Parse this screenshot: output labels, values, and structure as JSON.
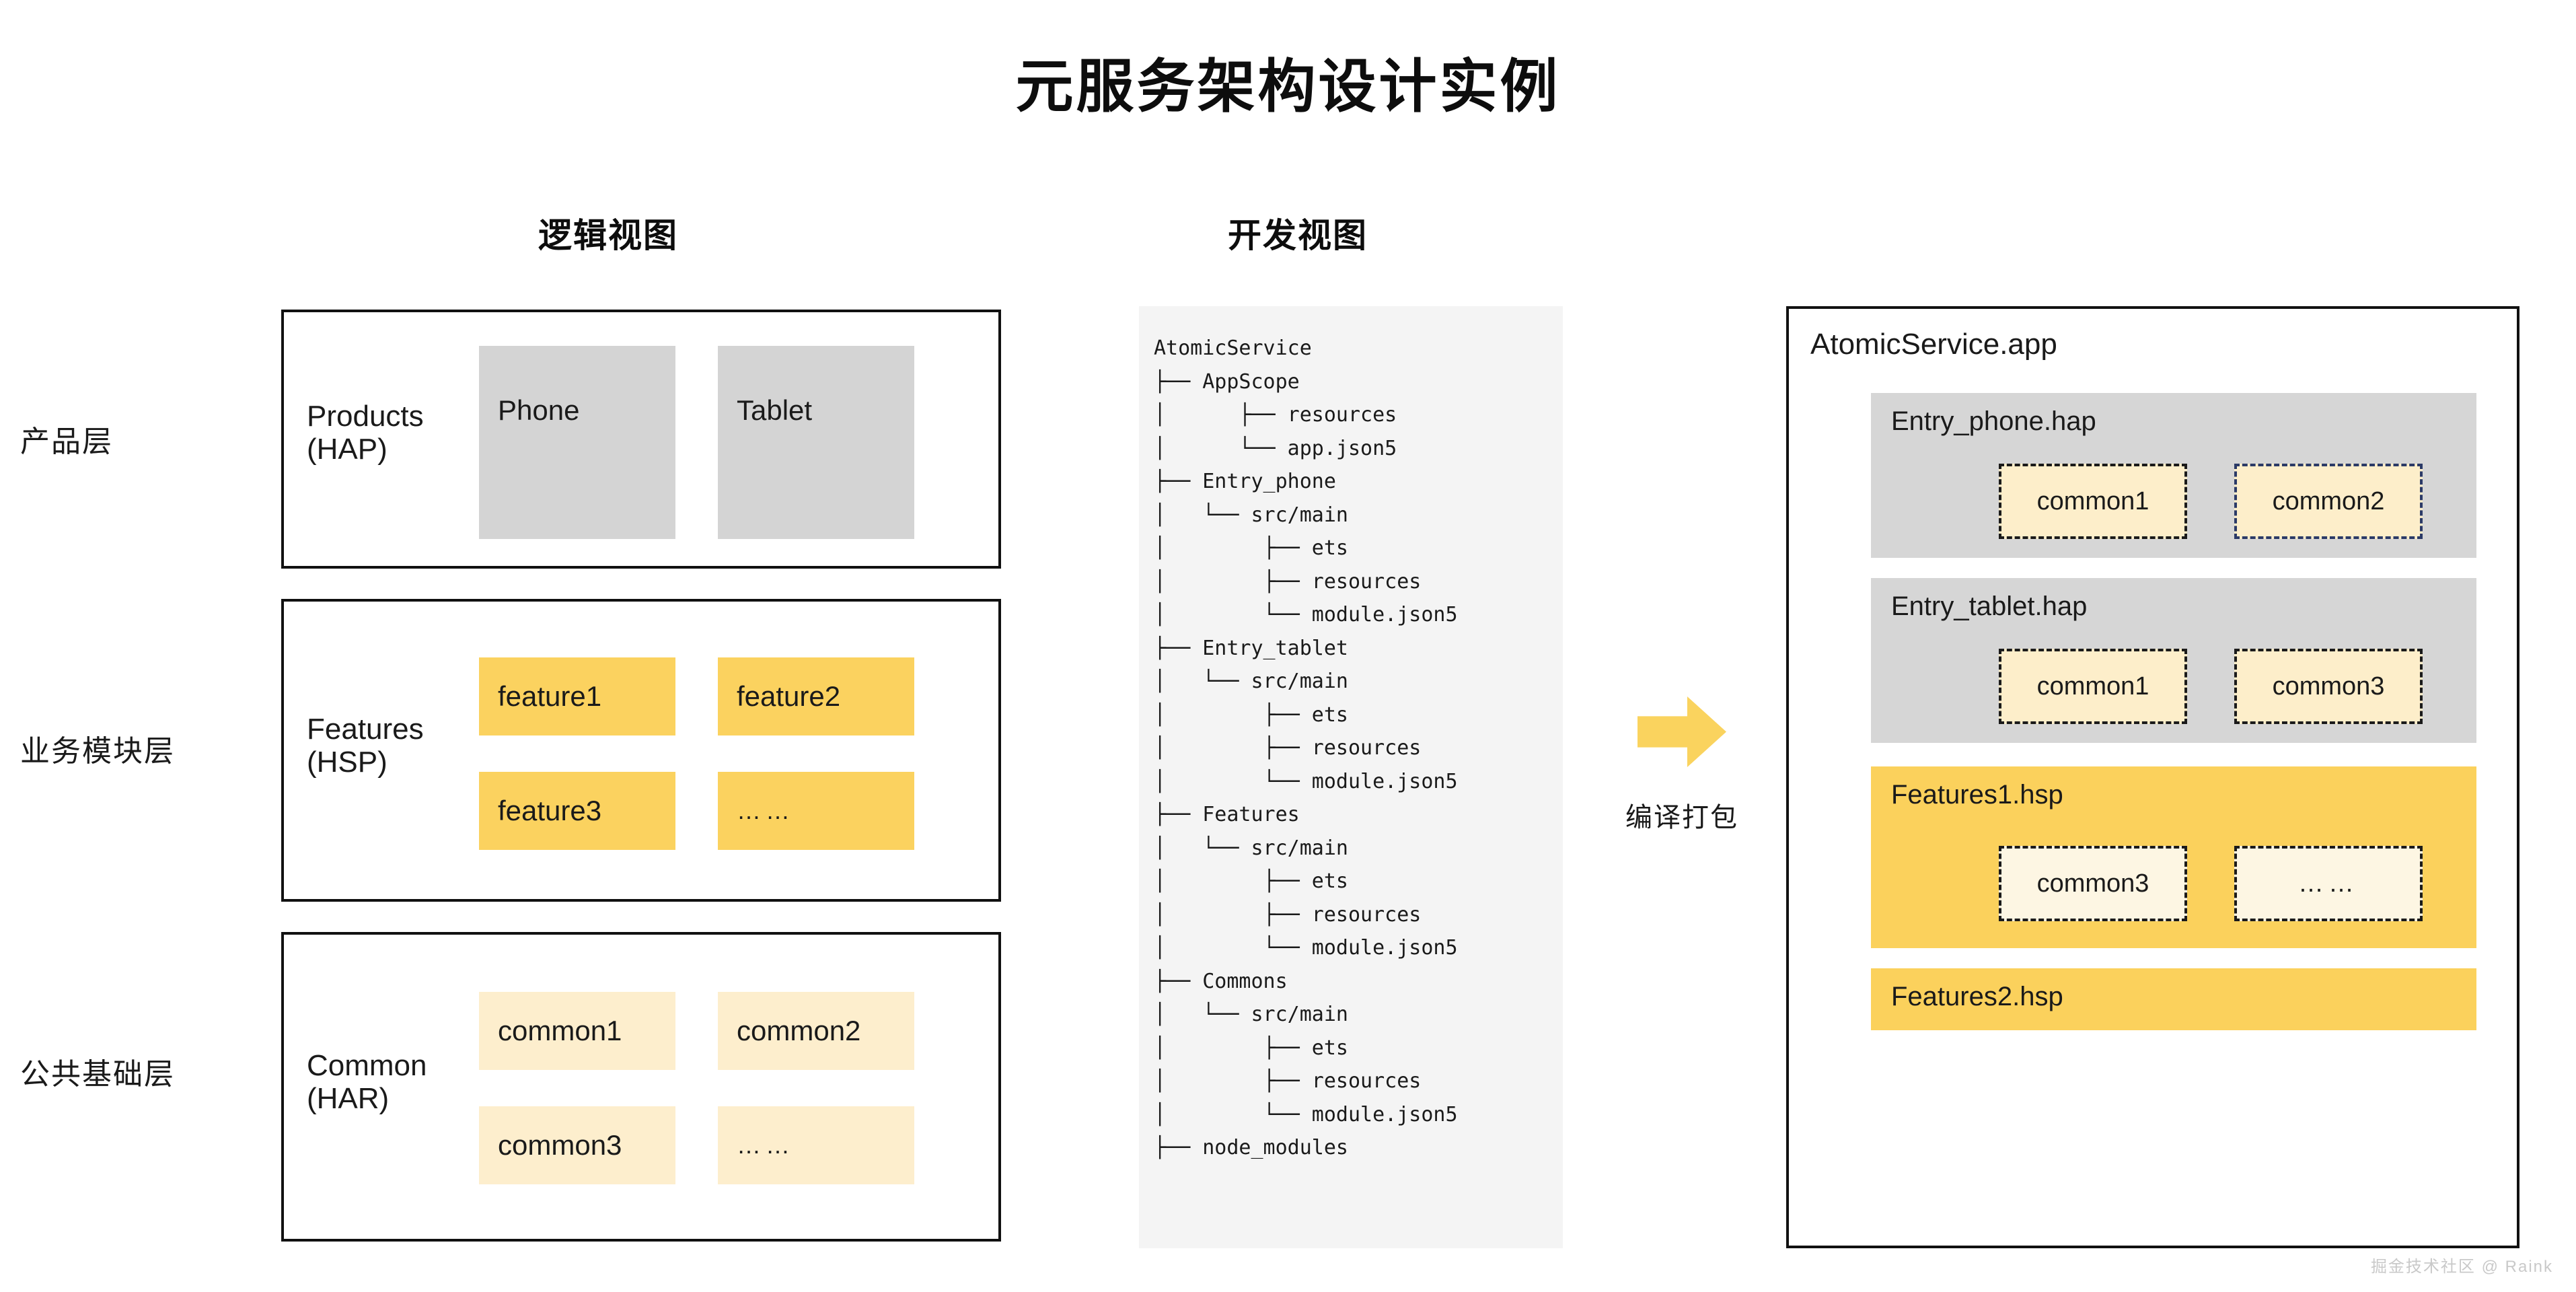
{
  "title": "元服务架构设计实例",
  "headings": {
    "logical": "逻辑视图",
    "development": "开发视图"
  },
  "layer_labels": [
    "产品层",
    "业务模块层",
    "公共基础层"
  ],
  "logical_view": {
    "boxes": [
      {
        "title": "Products\n(HAP)",
        "kind": "product",
        "tiles": [
          "Phone",
          "Tablet"
        ]
      },
      {
        "title": "Features\n(HSP)",
        "kind": "feature",
        "tiles": [
          "feature1",
          "feature2",
          "feature3",
          "……"
        ]
      },
      {
        "title": "Common\n(HAR)",
        "kind": "common",
        "tiles": [
          "common1",
          "common2",
          "common3",
          "……"
        ]
      }
    ]
  },
  "development_view": {
    "tree": "AtomicService\n├── AppScope\n│      ├── resources\n│      └── app.json5\n├── Entry_phone\n│   └── src/main\n│        ├── ets\n│        ├── resources\n│        └── module.json5\n├── Entry_tablet\n│   └── src/main\n│        ├── ets\n│        ├── resources\n│        └── module.json5\n├── Features\n│   └── src/main\n│        ├── ets\n│        ├── resources\n│        └── module.json5\n├── Commons\n│   └── src/main\n│        ├── ets\n│        ├── resources\n│        └── module.json5\n├── node_modules"
  },
  "arrow": {
    "label": "编译打包",
    "color": "#fad35e"
  },
  "app_package": {
    "title": "AtomicService.app",
    "blocks": [
      {
        "name": "Entry_phone.hap",
        "type": "hap",
        "items": [
          "common1",
          "common2"
        ]
      },
      {
        "name": "Entry_tablet.hap",
        "type": "hap",
        "items": [
          "common1",
          "common3"
        ]
      },
      {
        "name": "Features1.hsp",
        "type": "hsp",
        "items": [
          "common3",
          "……"
        ]
      },
      {
        "name": "Features2.hsp",
        "type": "hsp",
        "items": []
      }
    ]
  },
  "watermark": "掘金技术社区 @ Raink",
  "colors": {
    "feature_yellow": "#fbd25f",
    "common_cream": "#fdeecd",
    "product_gray": "#d4d4d4",
    "hap_gray": "#d6d6d6",
    "hsp_yellow": "#fbd15c",
    "arrow_yellow": "#fad35e",
    "panel_gray": "#f4f4f4"
  }
}
